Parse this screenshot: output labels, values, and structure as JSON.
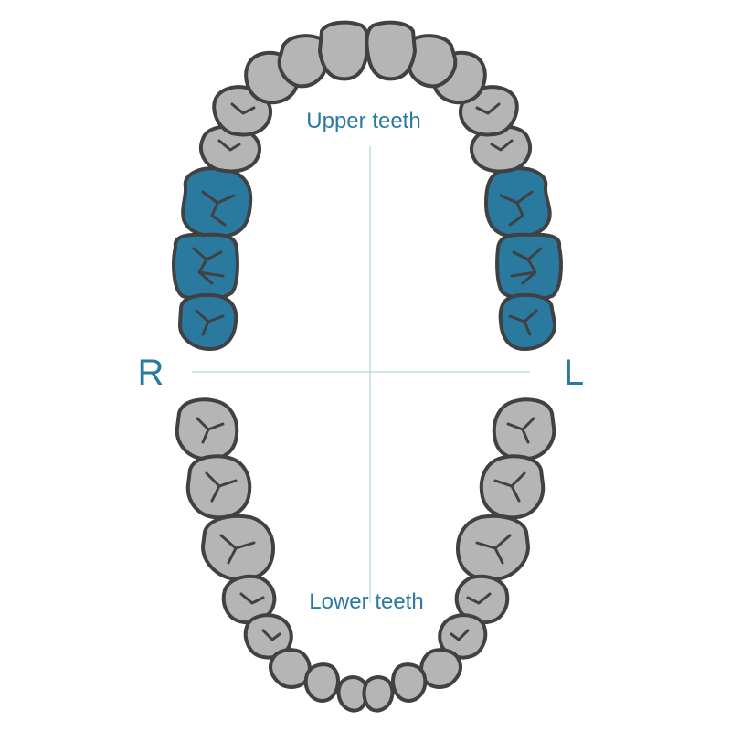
{
  "labels": {
    "upper": "Upper teeth",
    "lower": "Lower teeth",
    "right": "R",
    "left": "L"
  },
  "colors": {
    "accent": "#2a7aa0",
    "highlight_tooth": "#2a7aa0",
    "normal_tooth": "#b5b5b5",
    "outline": "#3f4143",
    "axis": "#a9cbd6"
  },
  "highlighted_teeth": [
    "upper-right-molars",
    "upper-left-molars"
  ]
}
